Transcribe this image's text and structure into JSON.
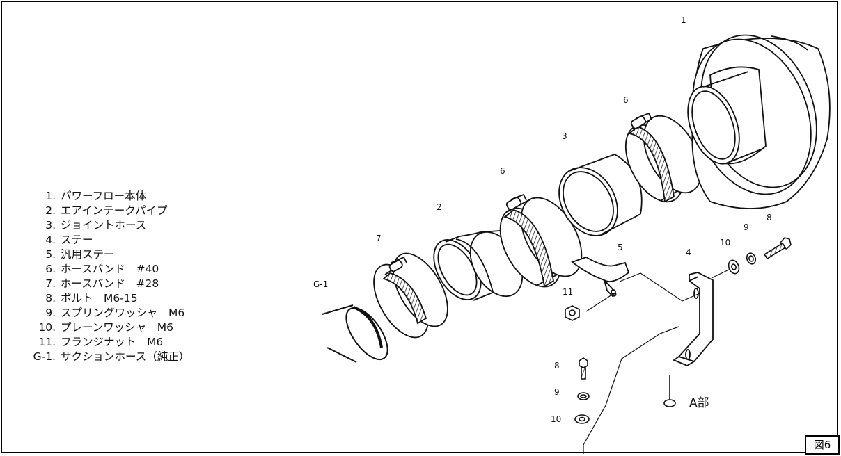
{
  "legend": [
    {
      "num": "1.",
      "label": "パワーフロー本体"
    },
    {
      "num": "2.",
      "label": "エアインテークパイプ"
    },
    {
      "num": "3.",
      "label": "ジョイントホース"
    },
    {
      "num": "4.",
      "label": "ステー"
    },
    {
      "num": "5.",
      "label": "汎用ステー"
    },
    {
      "num": "6.",
      "label": "ホースバンド　#40"
    },
    {
      "num": "7.",
      "label": "ホースバンド　#28"
    },
    {
      "num": "8.",
      "label": "ボルト　M6-15"
    },
    {
      "num": "9.",
      "label": "スプリングワッシャ　M6"
    },
    {
      "num": "10.",
      "label": "プレーンワッシャ　M6"
    },
    {
      "num": "11.",
      "label": "フランジナット　M6"
    },
    {
      "num": "G-1.",
      "label": "サクションホース（純正）"
    }
  ],
  "callouts": {
    "c1": "1",
    "c6a": "6",
    "c3": "3",
    "c6b": "6",
    "c2": "2",
    "c7": "7",
    "g1": "G-1",
    "c5": "5",
    "c4": "4",
    "c10a": "10",
    "c9a": "9",
    "c8a": "8",
    "c11": "11",
    "c8b": "8",
    "c9b": "9",
    "c10b": "10",
    "detail_a": "A部"
  },
  "figure_label": "図6"
}
